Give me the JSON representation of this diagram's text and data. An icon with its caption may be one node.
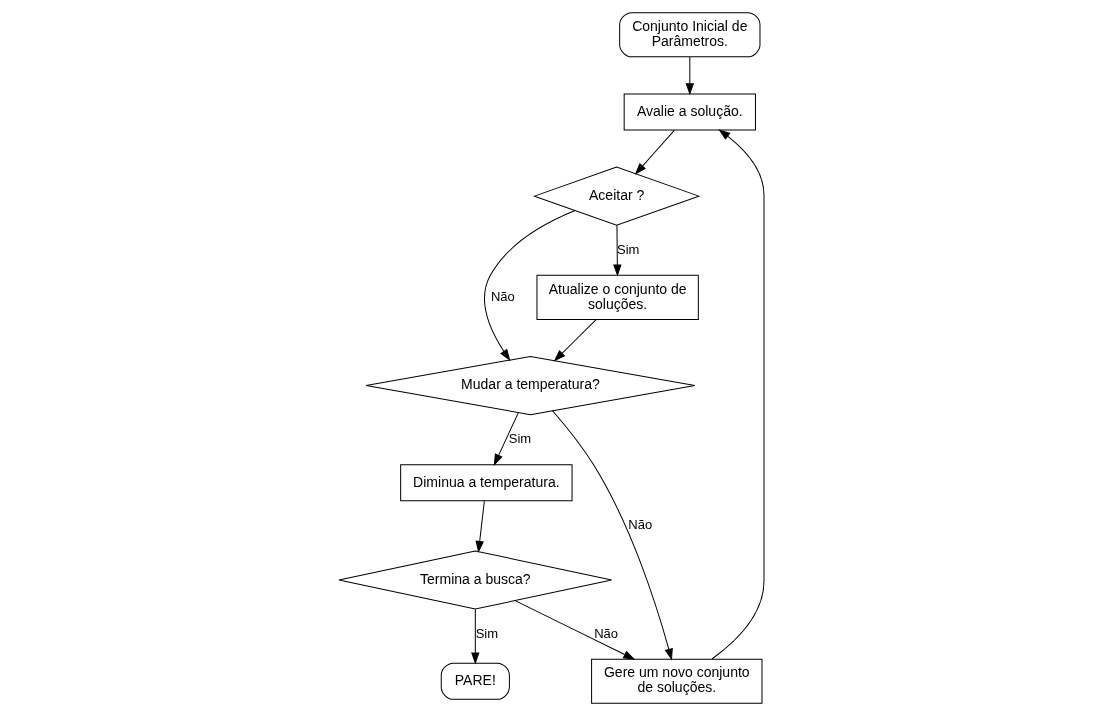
{
  "diagram": {
    "nodes": [
      {
        "text": [
          "Conjunto Inicial de Parâmetros."
        ]
      },
      {
        "text": [
          "Avalie a solução."
        ]
      },
      {
        "text": [
          "Aceitar ?"
        ]
      },
      {
        "text": [
          "Atualize o conjunto de soluções."
        ]
      },
      {
        "text": [
          "Mudar a temperatura?"
        ]
      },
      {
        "text": [
          "Gere um novo conjunto de soluções."
        ]
      },
      {
        "text": [
          "Diminua a temperatura."
        ]
      },
      {
        "text": [
          "Termina a busca?"
        ]
      },
      {
        "text": [
          "PARE!"
        ]
      }
    ],
    "edges": [
      {
        "from": 0,
        "to": 1,
        "arrow": "to"
      },
      {
        "from": 1,
        "to": 2,
        "arrow": "to"
      },
      {
        "from": 2,
        "to": 3,
        "arrow": "to",
        "label": "Sim"
      },
      {
        "from": 2,
        "to": 4,
        "arrow": "to",
        "label": "Não"
      },
      {
        "from": 3,
        "to": 4,
        "arrow": "to"
      },
      {
        "from": 4,
        "to": 5,
        "arrow": "to",
        "label": "Não"
      },
      {
        "from": 4,
        "to": 6,
        "arrow": "to",
        "label": "Sim"
      },
      {
        "from": 6,
        "to": 7,
        "arrow": "to"
      },
      {
        "from": 7,
        "to": 8,
        "arrow": "to",
        "label": "Sim"
      },
      {
        "from": 7,
        "to": 5,
        "arrow": "to",
        "label": "Não"
      },
      {
        "from": 5,
        "to": 1,
        "arrow": "to"
      }
    ]
  }
}
